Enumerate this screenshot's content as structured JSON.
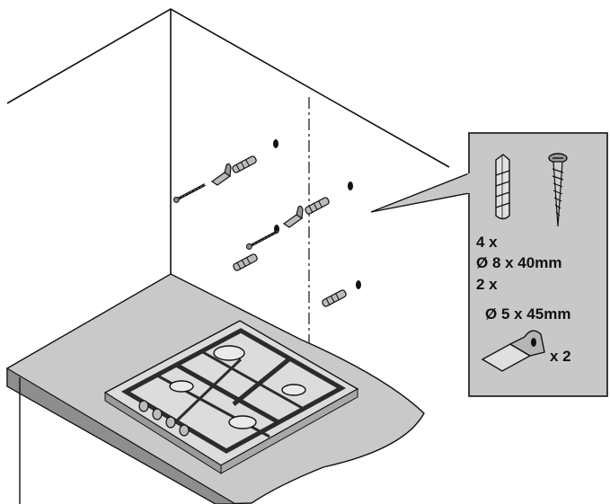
{
  "legend": {
    "dowel_count": "4 x",
    "dowel_size": "Ø 8 x 40mm",
    "screw_count": "2 x",
    "screw_size": "Ø 5 x 45mm",
    "bracket_count": "x 2"
  },
  "colors": {
    "line": "#111111",
    "worktop": "#c9c9c9",
    "worktop_front": "#8e8e8e",
    "hob_frame": "#d9d9d9",
    "panel": "#c8c8c8",
    "part_fill": "#b5b5b5",
    "grate": "#2b2b2b"
  },
  "icons": [
    "wall-plug-icon",
    "screw-icon",
    "angle-bracket-icon"
  ]
}
